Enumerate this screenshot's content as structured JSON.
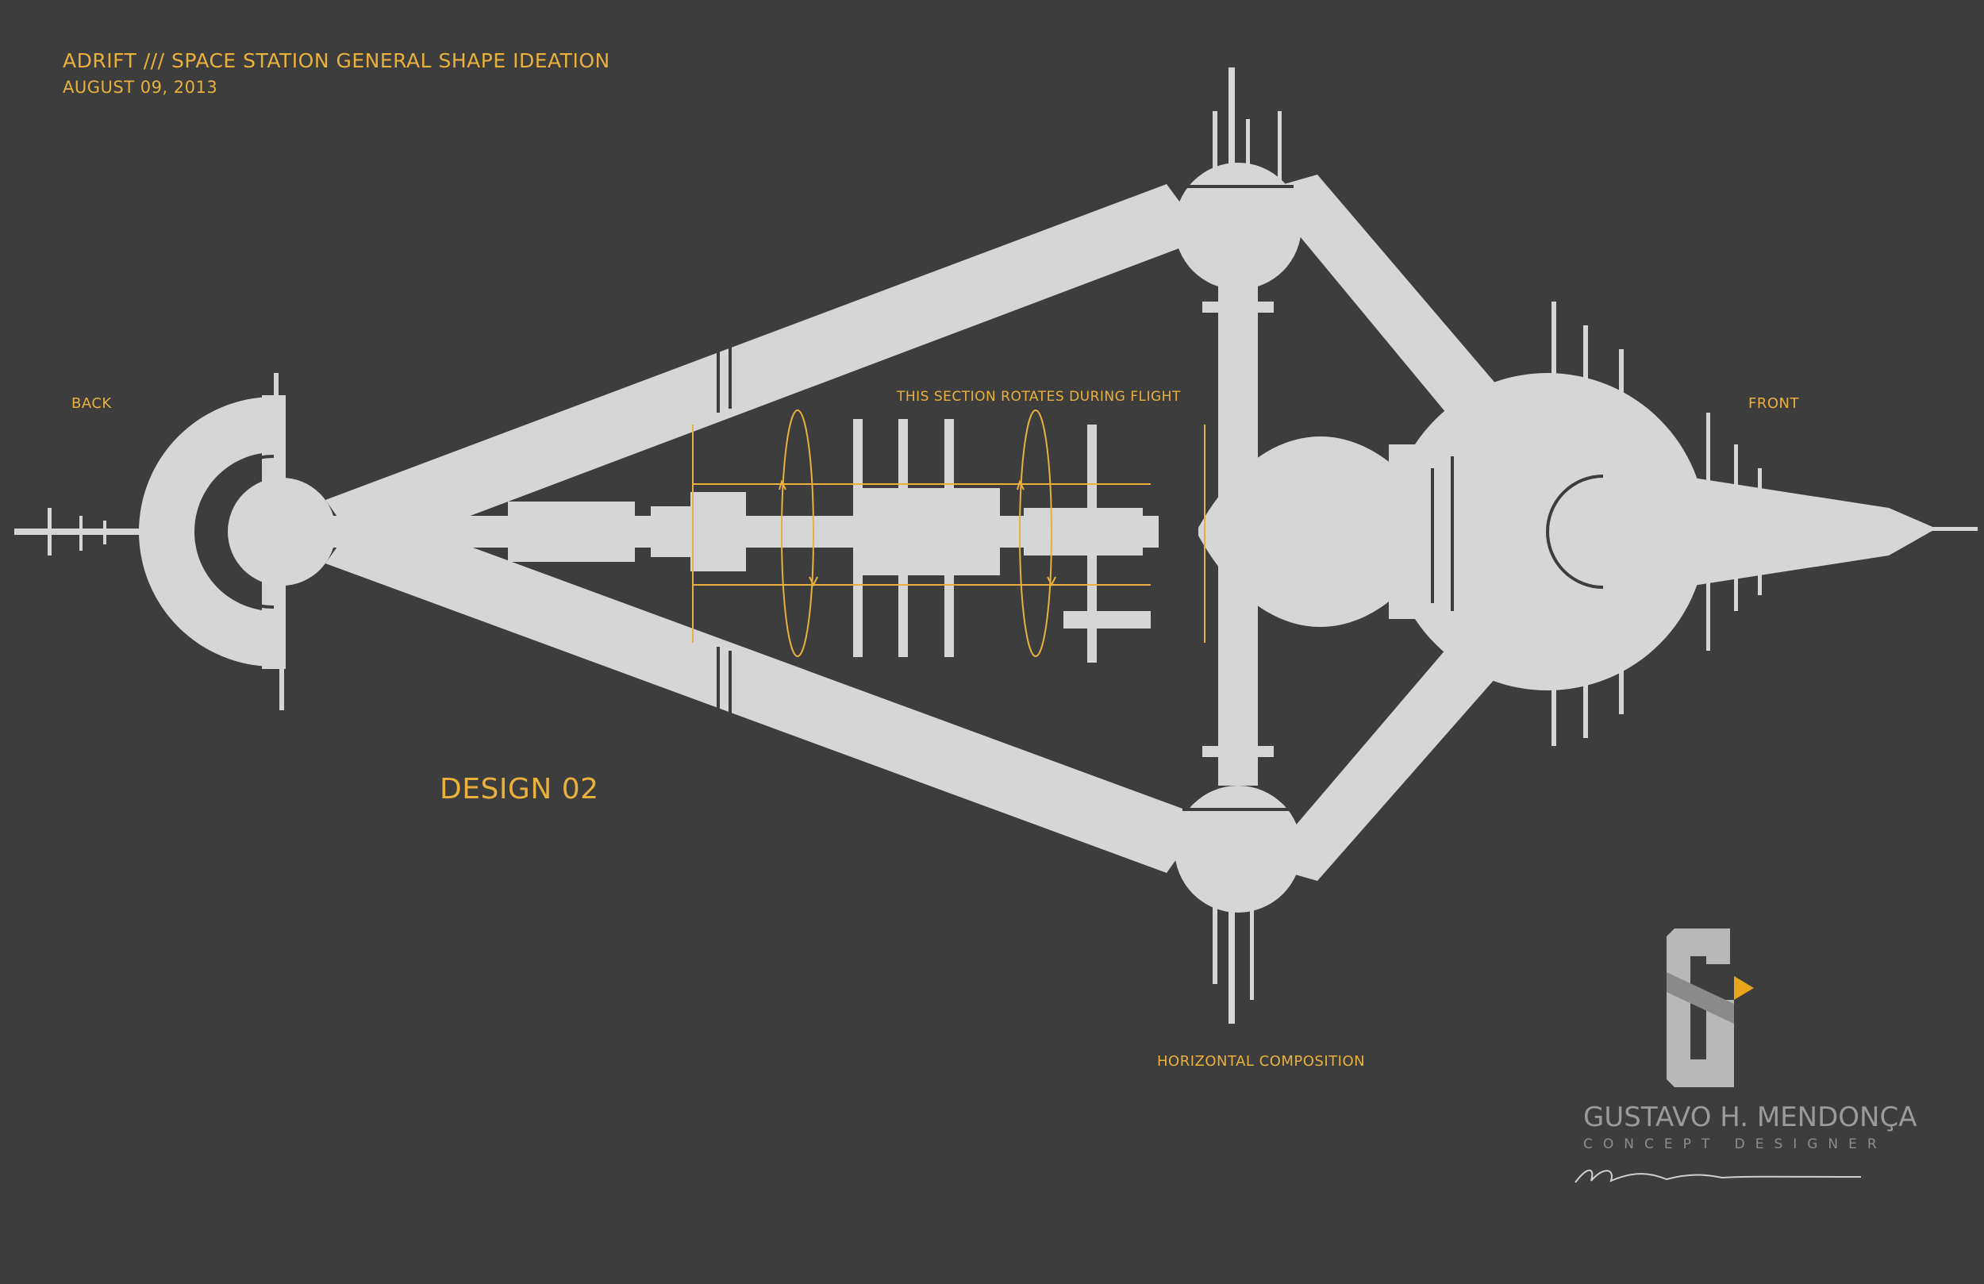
{
  "header": {
    "title": "ADRIFT /// SPACE STATION GENERAL SHAPE IDEATION",
    "date": "AUGUST 09, 2013"
  },
  "labels": {
    "back": "BACK",
    "front": "FRONT",
    "rotation_note": "THIS SECTION ROTATES DURING FLIGHT",
    "design": "DESIGN 02",
    "composition": "HORIZONTAL COMPOSITION"
  },
  "credit": {
    "name": "GUSTAVO H. MENDONÇA",
    "role": "CONCEPT DESIGNER",
    "logo_icon": "gm-logo-icon",
    "signature_icon": "signature-icon"
  },
  "colors": {
    "background": "#3d3d3d",
    "station": "#d6d6d6",
    "accent": "#e9b13c"
  }
}
